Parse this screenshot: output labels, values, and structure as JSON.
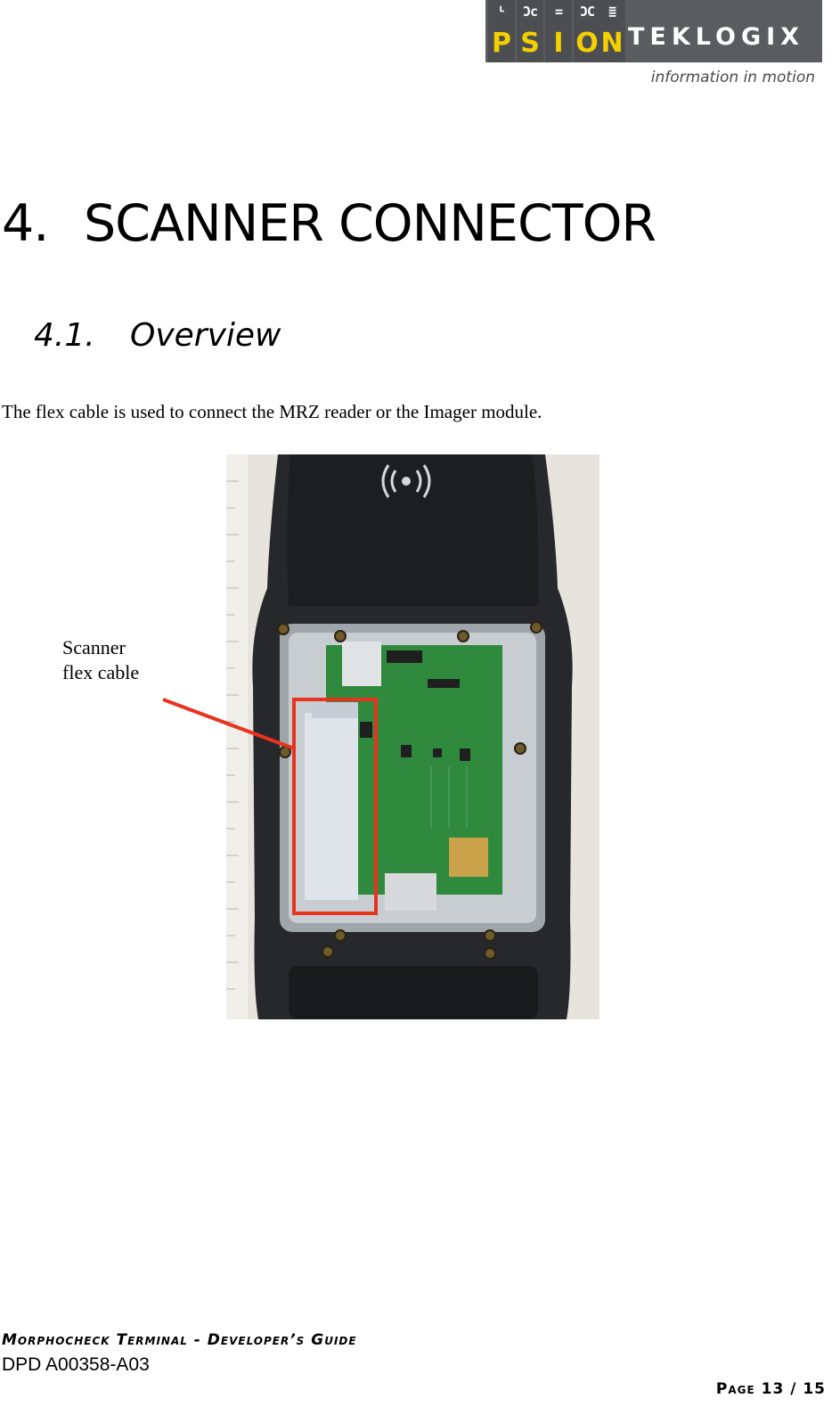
{
  "logo": {
    "letters": [
      "P",
      "S",
      "I",
      "O",
      "N"
    ],
    "word": "TEKLOGIX",
    "tagline": "information in motion"
  },
  "heading": {
    "number": "4.",
    "title": "SCANNER CONNECTOR"
  },
  "subheading": {
    "number": "4.1.",
    "title": "Overview"
  },
  "body_text": "The flex cable is used to connect the MRZ reader or the Imager module.",
  "figure": {
    "callout_line1": "Scanner",
    "callout_line2": "flex cable",
    "highlight_color": "#e8331e"
  },
  "footer": {
    "title": "Morphocheck Terminal - Developer’s Guide",
    "doc_number": "DPD A00358-A03",
    "page": "Page 13 / 15"
  }
}
